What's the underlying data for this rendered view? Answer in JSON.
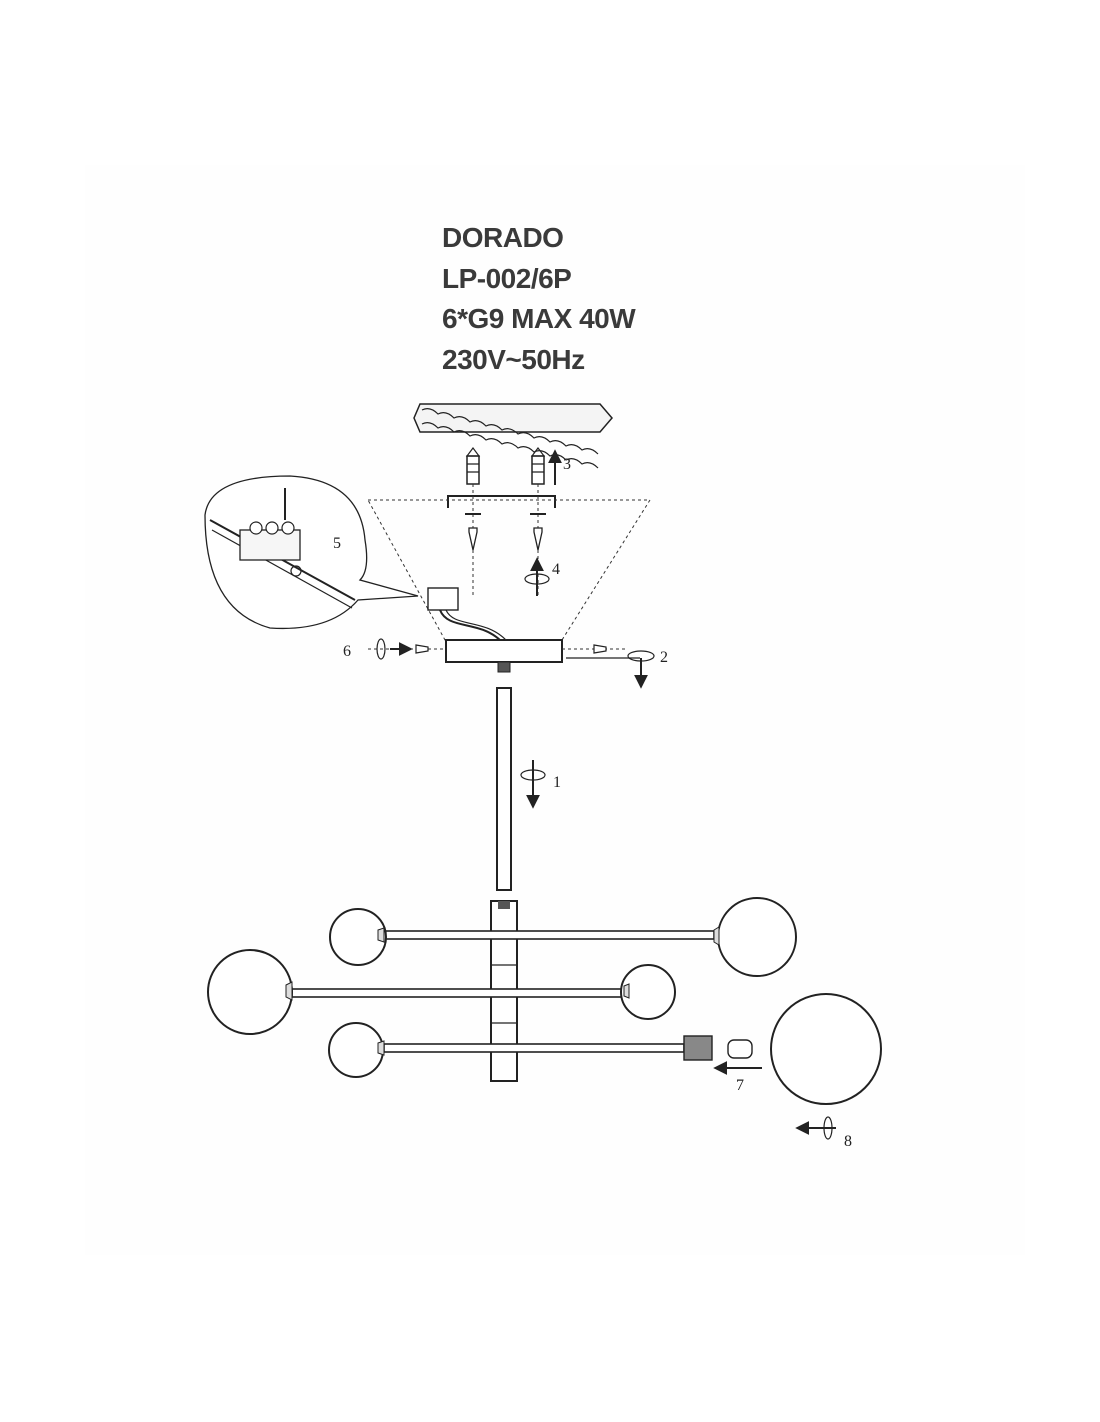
{
  "spec": {
    "name": "DORADO",
    "model": "LP-002/6P",
    "bulbs": "6*G9 MAX 40W",
    "voltage": "230V~50Hz"
  },
  "steps": {
    "s1": "1",
    "s2": "2",
    "s3": "3",
    "s4": "4",
    "s5": "5",
    "s6": "6",
    "s7": "7",
    "s8": "8"
  }
}
